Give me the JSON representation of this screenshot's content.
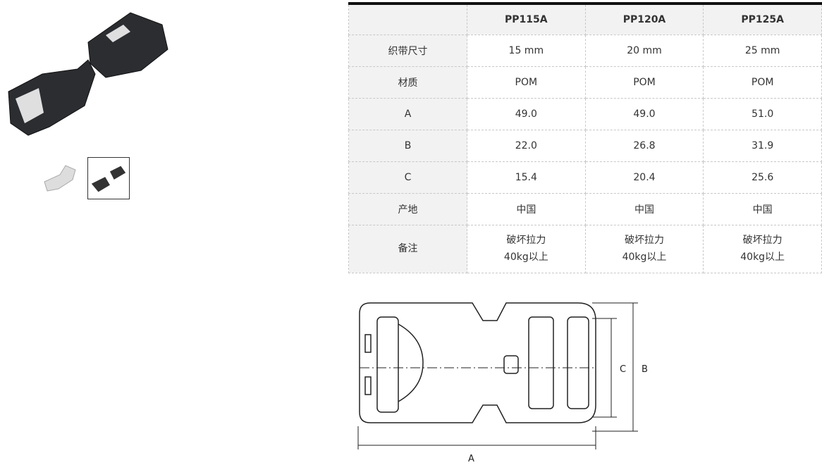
{
  "table": {
    "headers": [
      "",
      "PP115A",
      "PP120A",
      "PP125A"
    ],
    "rows": [
      {
        "label": "织带尺寸",
        "values": [
          "15 mm",
          "20 mm",
          "25 mm"
        ]
      },
      {
        "label": "材质",
        "values": [
          "POM",
          "POM",
          "POM"
        ]
      },
      {
        "label": "A",
        "values": [
          "49.0",
          "49.0",
          "51.0"
        ]
      },
      {
        "label": "B",
        "values": [
          "22.0",
          "26.8",
          "31.9"
        ]
      },
      {
        "label": "C",
        "values": [
          "15.4",
          "20.4",
          "25.6"
        ]
      },
      {
        "label": "产地",
        "values": [
          "中国",
          "中国",
          "中国"
        ]
      }
    ],
    "note": {
      "label": "备注",
      "line1": [
        "破坏拉力",
        "破坏拉力",
        "破坏拉力"
      ],
      "line2": [
        "40kg以上",
        "40kg以上",
        "40kg以上"
      ]
    }
  },
  "drawing": {
    "dim_a": "A",
    "dim_b": "B",
    "dim_c": "C"
  }
}
